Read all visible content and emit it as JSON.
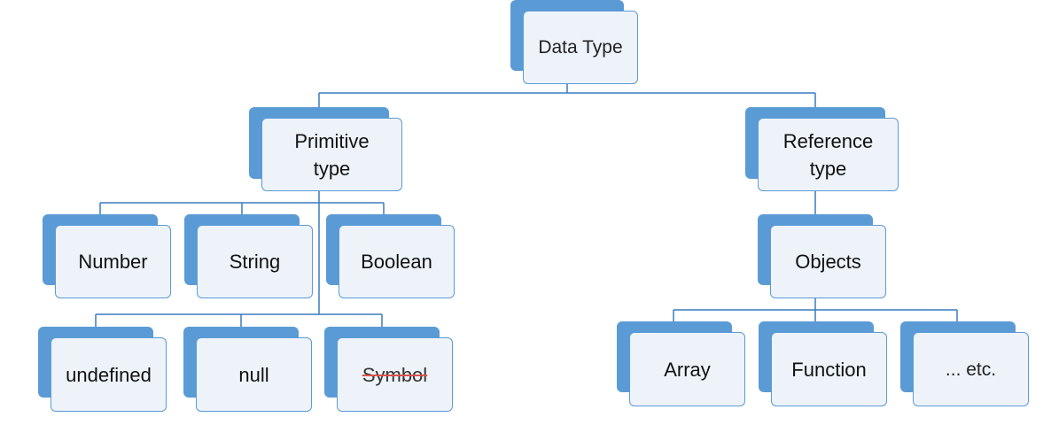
{
  "diagram": {
    "root": {
      "label": "Data Type"
    },
    "primitive": {
      "label": "Primitive\ntype"
    },
    "reference": {
      "label": "Reference\ntype"
    },
    "primitive_types": [
      {
        "label": "Number"
      },
      {
        "label": "String"
      },
      {
        "label": "Boolean"
      },
      {
        "label": "undefined"
      },
      {
        "label": "null"
      },
      {
        "label": "Symbol",
        "struck_through": true
      }
    ],
    "objects": {
      "label": "Objects"
    },
    "object_types": [
      {
        "label": "Array"
      },
      {
        "label": "Function"
      },
      {
        "label": "... etc."
      }
    ]
  },
  "colors": {
    "box_back": "#5b9bd5",
    "box_front": "#eef3fa",
    "box_border": "#5b9bd5",
    "connector": "#3a7bbf",
    "strike": "#d9534f"
  }
}
